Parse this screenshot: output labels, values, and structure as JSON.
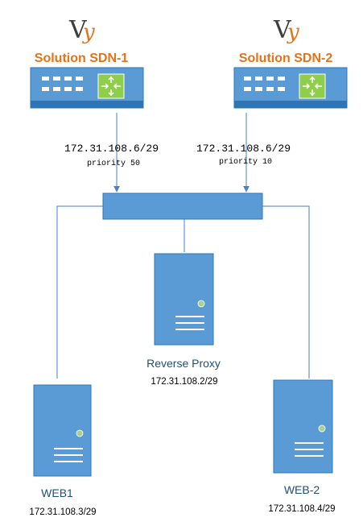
{
  "routers": [
    {
      "id": "sdn1",
      "logo_text": "Vy",
      "title": "Solution SDN-1",
      "ip": "172.31.108.6/29",
      "priority": "priority 50"
    },
    {
      "id": "sdn2",
      "logo_text": "Vy",
      "title": "Solution SDN-2",
      "ip": "172.31.108.6/29",
      "priority": "priority 10"
    }
  ],
  "servers": [
    {
      "id": "proxy",
      "name": "Reverse Proxy",
      "ip": "172.31.108.2/29"
    },
    {
      "id": "web1",
      "name": "WEB1",
      "ip": "172.31.108.3/29"
    },
    {
      "id": "web2",
      "name": "WEB-2",
      "ip": "172.31.108.4/29"
    }
  ],
  "colors": {
    "device_blue": "#5b9bd5",
    "device_dark": "#2e75b6",
    "switch_green": "#8fce4a",
    "title_orange": "#e2731b",
    "led_green": "#a9d18e"
  }
}
